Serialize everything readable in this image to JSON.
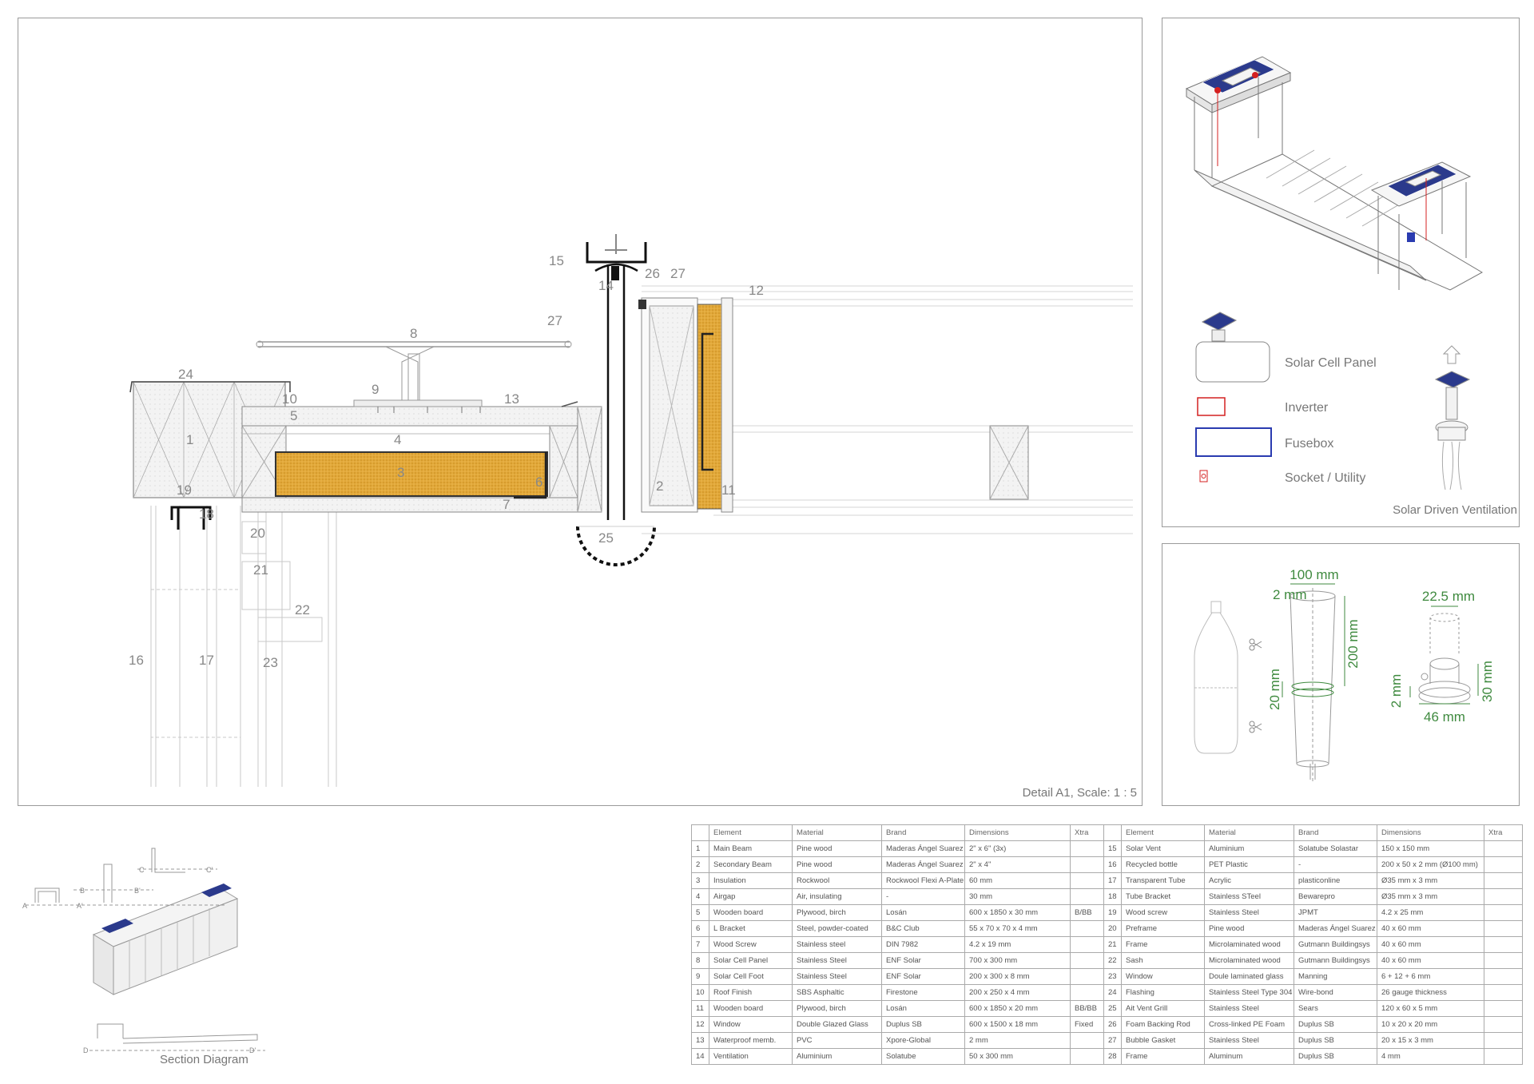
{
  "main_detail": {
    "caption": "Detail A1, Scale: 1 : 5",
    "labels": [
      "1",
      "2",
      "3",
      "4",
      "5",
      "6",
      "7",
      "8",
      "9",
      "10",
      "11",
      "12",
      "13",
      "14",
      "15",
      "16",
      "17",
      "18",
      "19",
      "20",
      "21",
      "22",
      "23",
      "24",
      "25",
      "26",
      "27",
      "27"
    ]
  },
  "solar_legend": {
    "items": [
      "Solar Cell Panel",
      "Inverter",
      "Fusebox",
      "Socket / Utility"
    ],
    "caption": "Solar Driven Ventilation",
    "colors": {
      "inverter": "#d42020",
      "fusebox": "#2a3bb0",
      "panel": "#2b3a8c"
    }
  },
  "vent_dimensions": {
    "labels": [
      "100 mm",
      "2 mm",
      "200 mm",
      "20 mm",
      "22.5 mm",
      "2 mm",
      "30 mm",
      "46 mm"
    ],
    "color": "#3f8a3f"
  },
  "section": {
    "caption": "Section Diagram",
    "cut_labels": [
      "A",
      "A'",
      "B",
      "B'",
      "C",
      "C'",
      "D",
      "D'"
    ]
  },
  "table": {
    "headers": [
      "",
      "Element",
      "Material",
      "Brand",
      "Dimensions",
      "Xtra",
      "",
      "Element",
      "Material",
      "Brand",
      "Dimensions",
      "Xtra"
    ],
    "rows": [
      [
        "1",
        "Main Beam",
        "Pine wood",
        "Maderas Ángel Suarez",
        "2\" x 6\" (3x)",
        "",
        "15",
        "Solar Vent",
        "Aluminium",
        "Solatube Solastar",
        "150 x 150 mm",
        ""
      ],
      [
        "2",
        "Secondary Beam",
        "Pine wood",
        "Maderas Ángel Suarez",
        "2\" x 4\"",
        "",
        "16",
        "Recycled bottle",
        "PET Plastic",
        "-",
        "200 x 50 x 2 mm (Ø100 mm)",
        ""
      ],
      [
        "3",
        "Insulation",
        "Rockwool",
        "Rockwool Flexi A-Plate",
        "60 mm",
        "",
        "17",
        "Transparent Tube",
        "Acrylic",
        "plasticonline",
        "Ø35 mm x 3 mm",
        ""
      ],
      [
        "4",
        "Airgap",
        "Air, insulating",
        "-",
        "30 mm",
        "",
        "18",
        "Tube Bracket",
        "Stainless STeel",
        "Bewarepro",
        "Ø35 mm x 3 mm",
        ""
      ],
      [
        "5",
        "Wooden board",
        "Plywood, birch",
        "Losán",
        "600 x 1850 x 30 mm",
        "B/BB",
        "19",
        "Wood screw",
        "Stainless Steel",
        "JPMT",
        "4.2 x 25 mm",
        ""
      ],
      [
        "6",
        "L Bracket",
        "Steel, powder-coated",
        "B&C Club",
        "55 x 70 x 70 x 4 mm",
        "",
        "20",
        "Preframe",
        "Pine wood",
        "Maderas Ángel Suarez",
        "40 x 60 mm",
        ""
      ],
      [
        "7",
        "Wood Screw",
        "Stainless steel",
        "DIN 7982",
        "4.2 x 19 mm",
        "",
        "21",
        "Frame",
        "Microlaminated wood",
        "Gutmann Buildingsys",
        "40 x 60 mm",
        ""
      ],
      [
        "8",
        "Solar Cell Panel",
        "Stainless Steel",
        "ENF Solar",
        "700 x 300 mm",
        "",
        "22",
        "Sash",
        "Microlaminated wood",
        "Gutmann Buildingsys",
        "40 x 60 mm",
        ""
      ],
      [
        "9",
        "Solar Cell Foot",
        "Stainless Steel",
        "ENF Solar",
        "200 x 300 x 8 mm",
        "",
        "23",
        "Window",
        "Doule laminated glass",
        "Manning",
        "6 + 12 + 6 mm",
        ""
      ],
      [
        "10",
        "Roof Finish",
        "SBS Asphaltic",
        "Firestone",
        "200 x 250 x 4 mm",
        "",
        "24",
        "Flashing",
        "Stainless Steel Type 304",
        "Wire-bond",
        "26 gauge thickness",
        ""
      ],
      [
        "11",
        "Wooden board",
        "Plywood, birch",
        "Losán",
        "600 x 1850 x 20 mm",
        "BB/BB",
        "25",
        "Ait Vent Grill",
        "Stainless Steel",
        "Sears",
        "120 x 60 x 5 mm",
        ""
      ],
      [
        "12",
        "Window",
        "Double Glazed Glass",
        "Duplus SB",
        "600 x 1500 x 18 mm",
        "Fixed",
        "26",
        "Foam Backing Rod",
        "Cross-linked PE Foam",
        "Duplus SB",
        "10 x 20 x 20 mm",
        ""
      ],
      [
        "13",
        "Waterproof memb.",
        "PVC",
        "Xpore-Global",
        "2 mm",
        "",
        "27",
        "Bubble Gasket",
        "Stainless Steel",
        "Duplus SB",
        "20 x 15 x 3 mm",
        ""
      ],
      [
        "14",
        "Ventilation",
        "Aluminium",
        "Solatube",
        "50 x 300 mm",
        "",
        "28",
        "Frame",
        "Aluminum",
        "Duplus SB",
        "4 mm",
        ""
      ]
    ]
  }
}
